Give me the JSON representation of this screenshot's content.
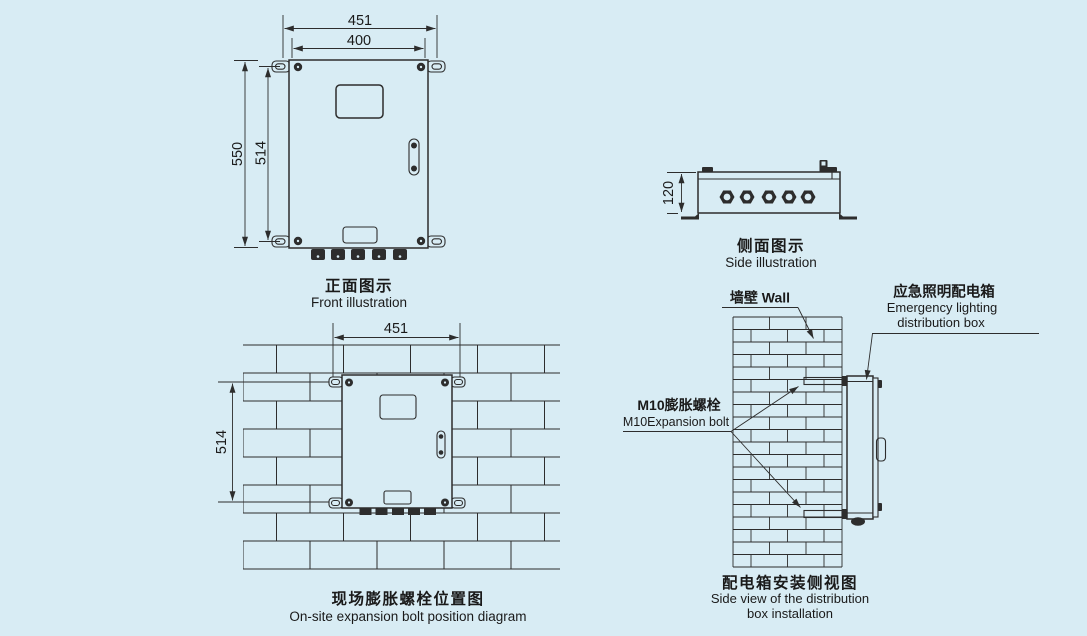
{
  "colors": {
    "background": "#d8ecf4",
    "line": "#2d2d2d",
    "text": "#1a1a1a"
  },
  "front": {
    "dim_outer_w": "451",
    "dim_inner_w": "400",
    "dim_outer_h": "550",
    "dim_inner_h": "514",
    "caption_zh": "正面图示",
    "caption_en": "Front illustration"
  },
  "side": {
    "dim_depth": "120",
    "caption_zh": "侧面图示",
    "caption_en": "Side illustration"
  },
  "bolt": {
    "dim_w": "451",
    "dim_h": "514",
    "caption_zh": "现场膨胀螺栓位置图",
    "caption_en": "On-site expansion bolt position diagram"
  },
  "install": {
    "wall_label": "墙壁 Wall",
    "box_label_zh": "应急照明配电箱",
    "box_label_en1": "Emergency lighting",
    "box_label_en2": "distribution box",
    "bolt_label_zh": "M10膨胀螺栓",
    "bolt_label_en": "M10Expansion bolt",
    "caption_zh": "配电箱安装侧视图",
    "caption_en1": "Side view of the distribution",
    "caption_en2": "box installation"
  }
}
